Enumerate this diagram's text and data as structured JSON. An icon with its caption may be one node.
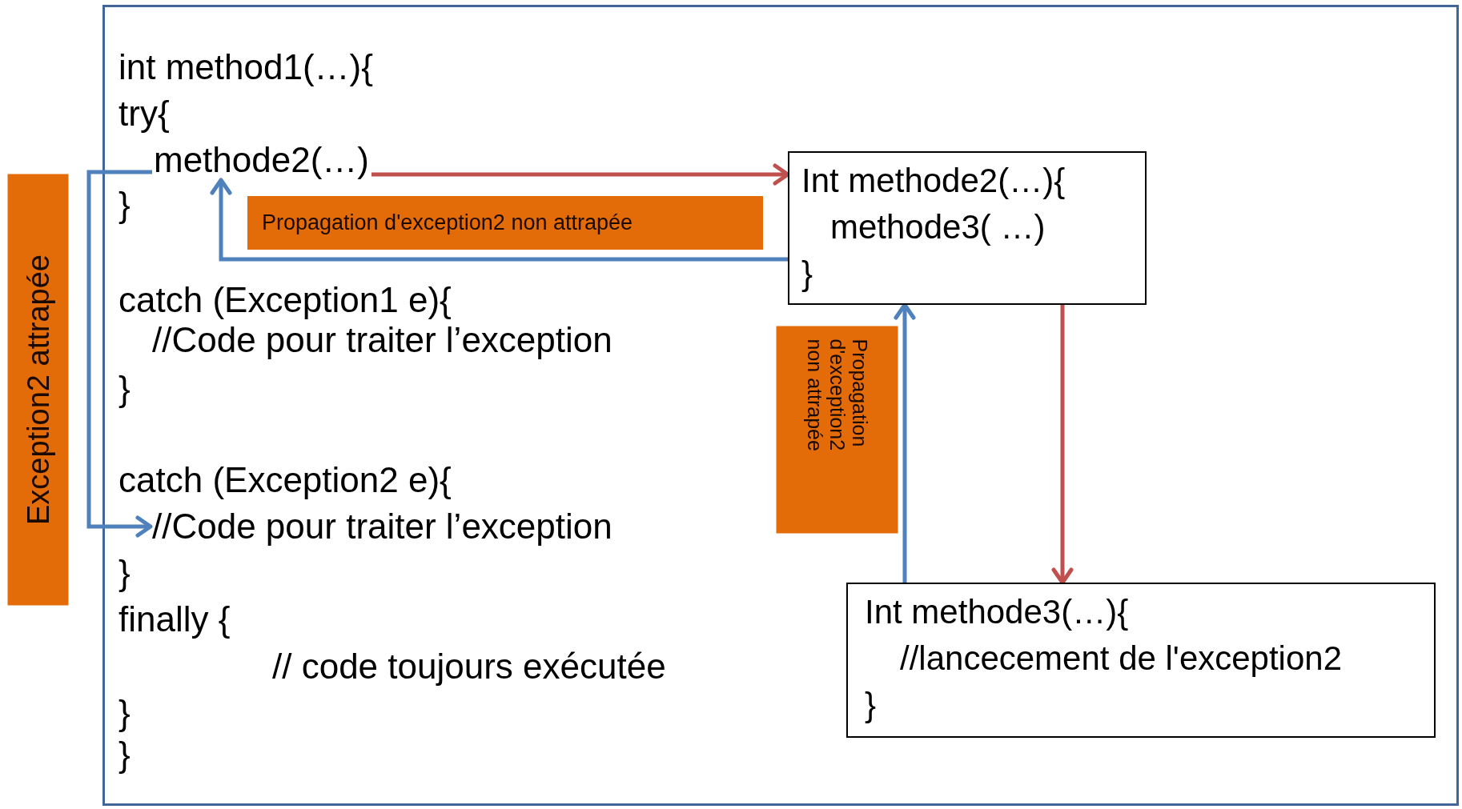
{
  "diagram": {
    "nodes": [
      {
        "text": [],
        "shape": "box"
      },
      {
        "text": [
          "methode2(…)"
        ],
        "in": 0
      },
      {
        "text": [
          "//Code pour traiter l’exception"
        ],
        "in": 0
      },
      {
        "text": [
          "Int methode2(…){",
          "methode3( …)",
          "}"
        ],
        "in": 0
      },
      {
        "text": [
          "Int methode3(…){",
          "//lancecement de l'exception2",
          "}"
        ],
        "in": 0
      }
    ],
    "edges": [
      {
        "from": 1,
        "to": 3,
        "arrow": "to",
        "color": "#c0504d"
      },
      {
        "from": 3,
        "to": 1,
        "arrow": "to",
        "label": "Propagation d'exception2 non attrapée"
      },
      {
        "from": 1,
        "to": 2,
        "arrow": "to",
        "label": "Exception2 attrapée"
      },
      {
        "from": 3,
        "to": 4,
        "arrow": "to",
        "color": "#c0504d"
      },
      {
        "from": 4,
        "to": 3,
        "arrow": "to",
        "label": "Propagation d'exception2 non attrapée"
      }
    ],
    "labels": [
      "int method1(…){",
      "try{",
      "}",
      "catch (Exception1 e){",
      "//Code pour traiter l’exception",
      "}",
      "catch (Exception2 e){",
      "}",
      "finally {",
      "// code toujours exécutée",
      "}",
      "}"
    ]
  }
}
